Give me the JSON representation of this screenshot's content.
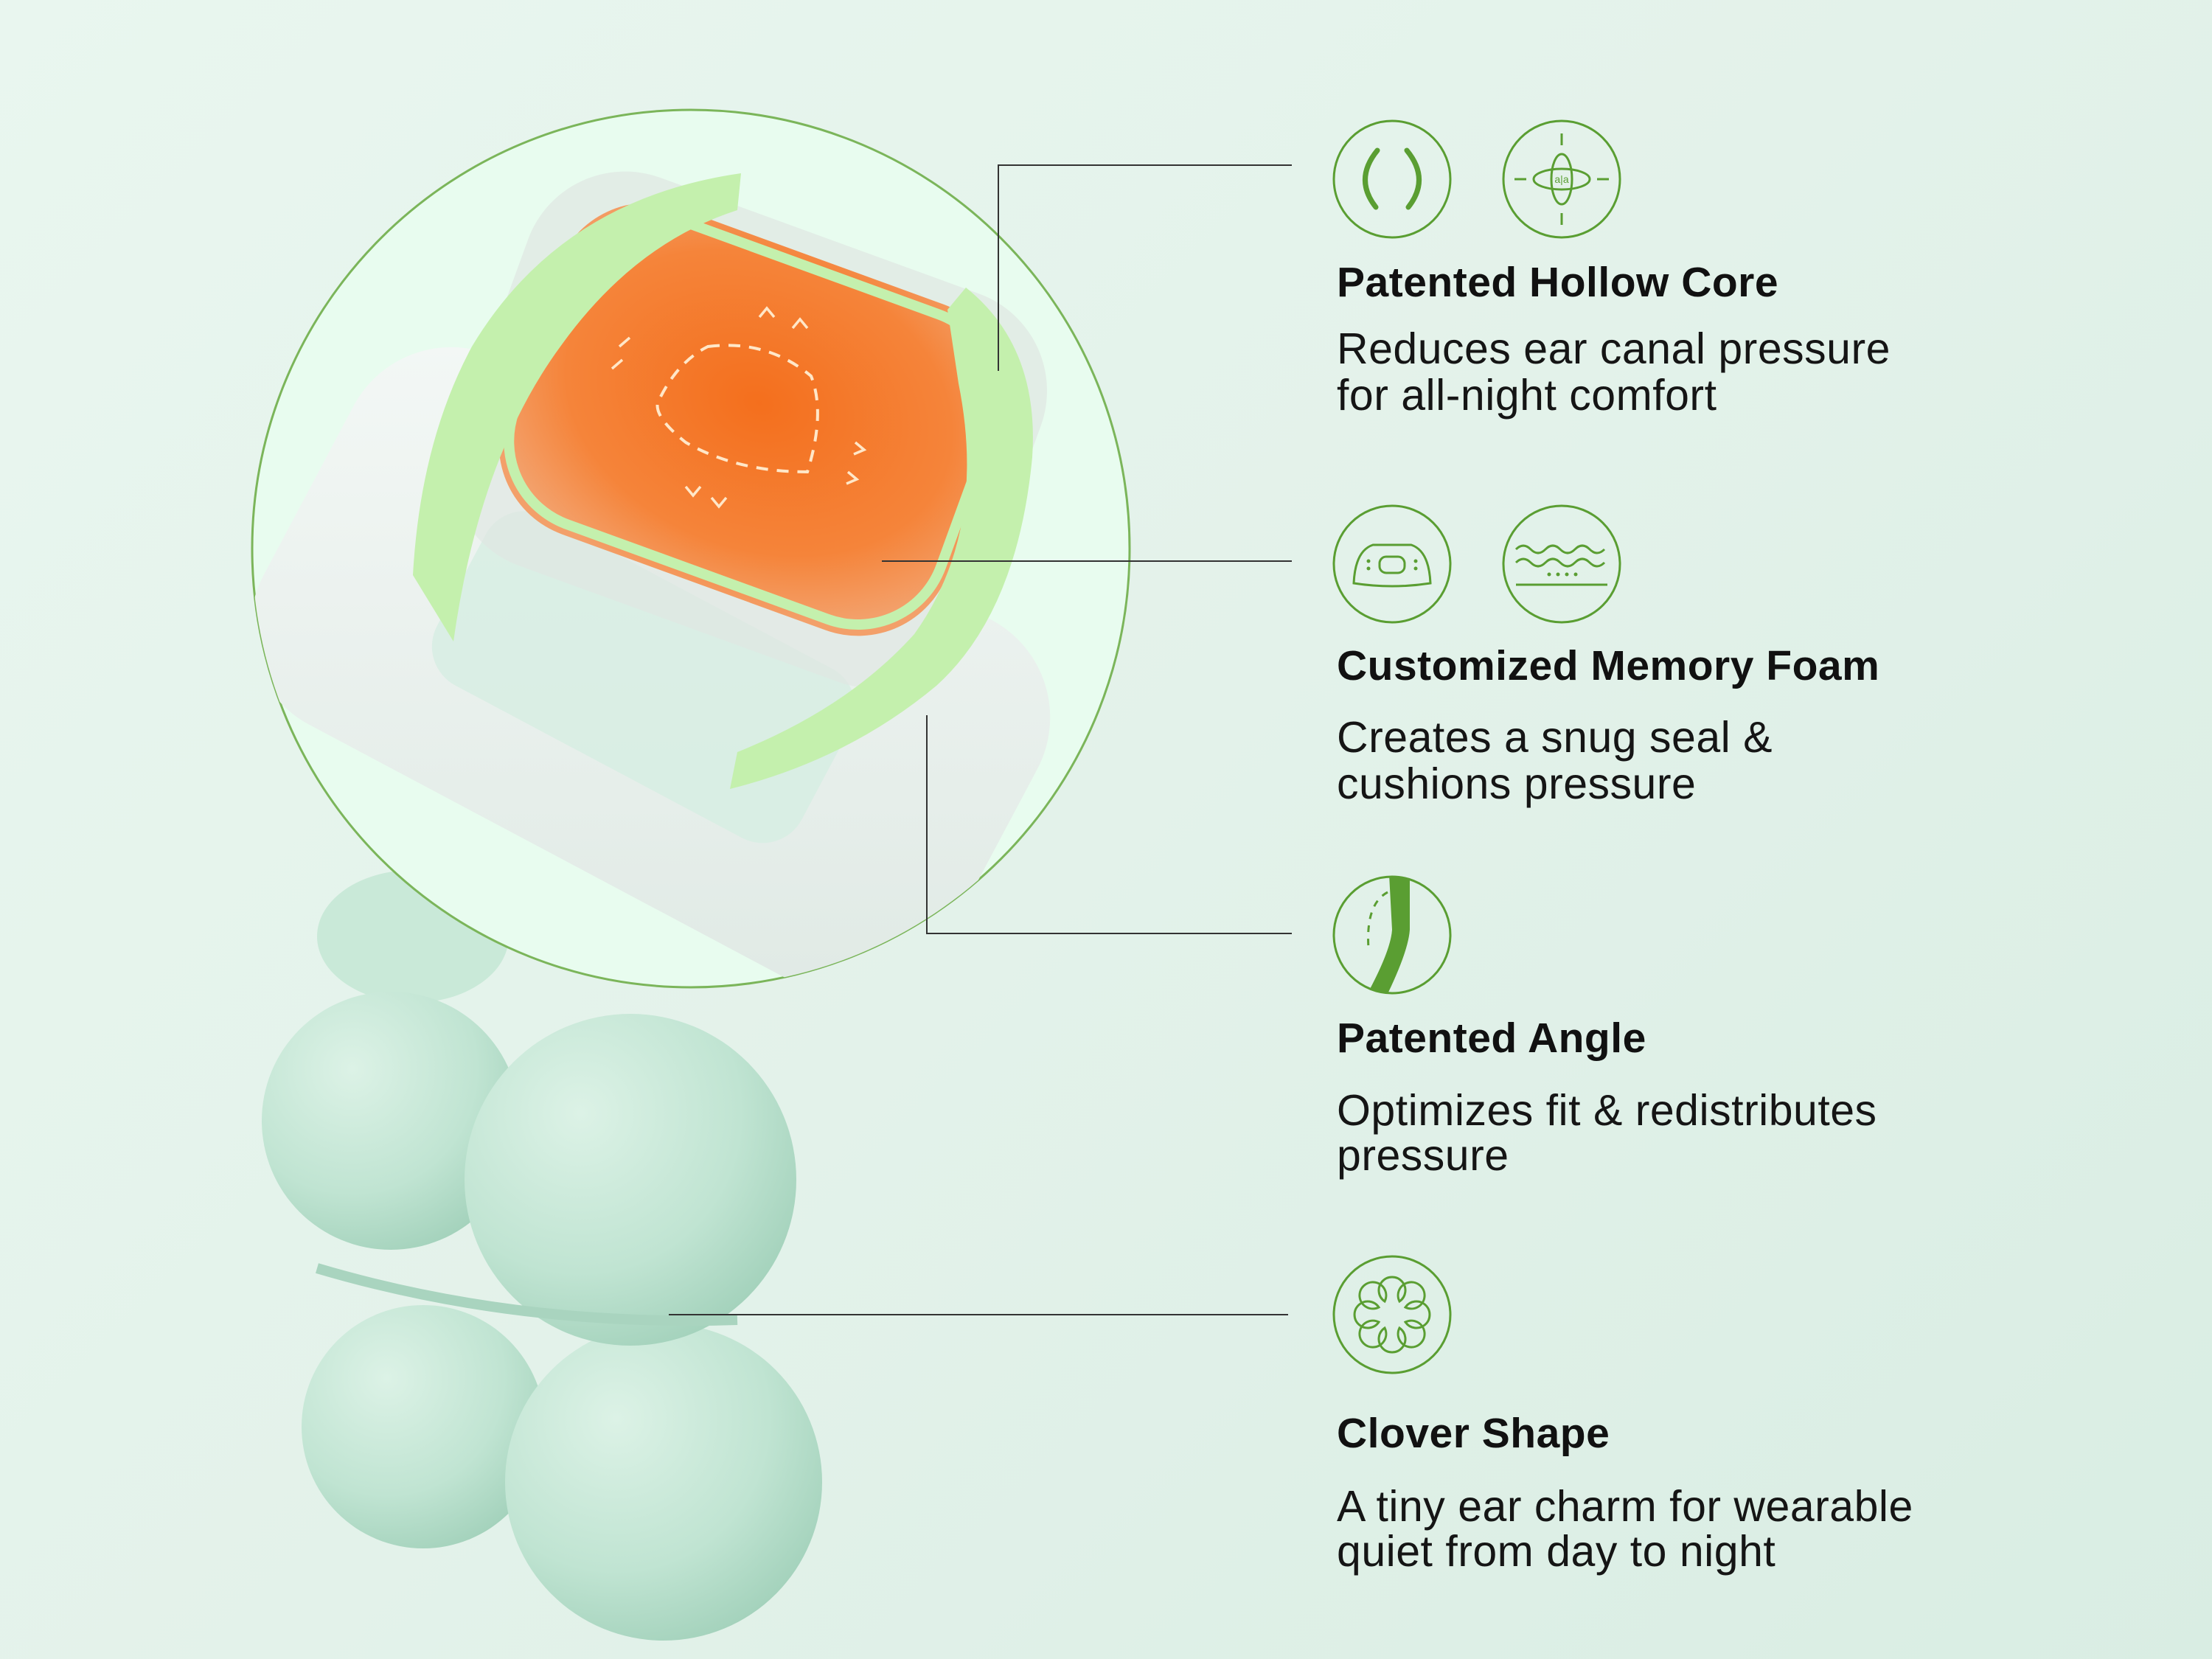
{
  "colors": {
    "accent_green": "#5a9e32",
    "core_orange": "#f47a28",
    "bracket_green": "#c4f0ad",
    "clover_mint": "#c2e5d3"
  },
  "features": [
    {
      "title": "Patented Hollow Core",
      "lines": [
        "Reduces ear canal pressure",
        "for all-night comfort"
      ],
      "icons": [
        "hollow-core-brackets-icon",
        "pressure-balance-icon"
      ],
      "icon_text": "a|a"
    },
    {
      "title": "Customized Memory Foam",
      "lines": [
        "Creates a snug seal &",
        "cushions pressure"
      ],
      "icons": [
        "foam-seal-icon",
        "foam-waves-icon"
      ]
    },
    {
      "title": "Patented Angle",
      "lines": [
        "Optimizes fit & redistributes",
        "pressure"
      ],
      "icons": [
        "angle-icon"
      ]
    },
    {
      "title": "Clover Shape",
      "lines": [
        "A tiny ear charm for wearable",
        "quiet from day to night"
      ],
      "icons": [
        "clover-icon"
      ]
    }
  ]
}
